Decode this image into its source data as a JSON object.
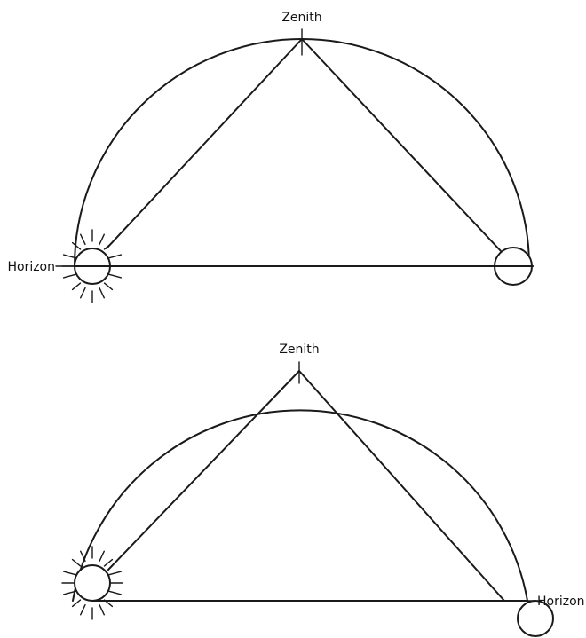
{
  "diagrams": [
    {
      "zenith_label": "Zenith",
      "horizon_label": "Horizon"
    },
    {
      "zenith_label": "Zenith",
      "horizon_label": "Horizon."
    }
  ]
}
